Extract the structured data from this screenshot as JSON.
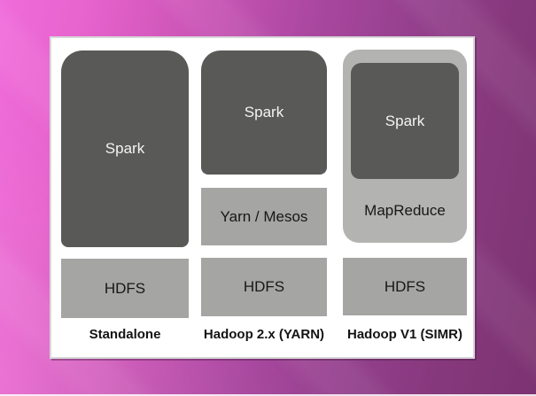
{
  "diagram": {
    "title_implicit": "Spark deployment modes",
    "columns": [
      {
        "caption": "Standalone",
        "layers": {
          "spark": "Spark",
          "storage": "HDFS"
        }
      },
      {
        "caption": "Hadoop 2.x (YARN)",
        "layers": {
          "spark": "Spark",
          "resource_manager": "Yarn / Mesos",
          "storage": "HDFS"
        }
      },
      {
        "caption": "Hadoop V1 (SIMR)",
        "layers": {
          "spark": "Spark",
          "container": "MapReduce",
          "storage": "HDFS"
        }
      }
    ],
    "colors": {
      "background_left": "#f06cdb",
      "background_right": "#7c3371",
      "panel": "#ffffff",
      "panel_border": "#d8d8d8",
      "dark_box": "#595957",
      "light_box": "#a5a5a3",
      "container_box": "#b3b3b1",
      "dark_box_text": "#f4f4f4",
      "light_box_text": "#171717",
      "caption_text": "#141414"
    }
  }
}
